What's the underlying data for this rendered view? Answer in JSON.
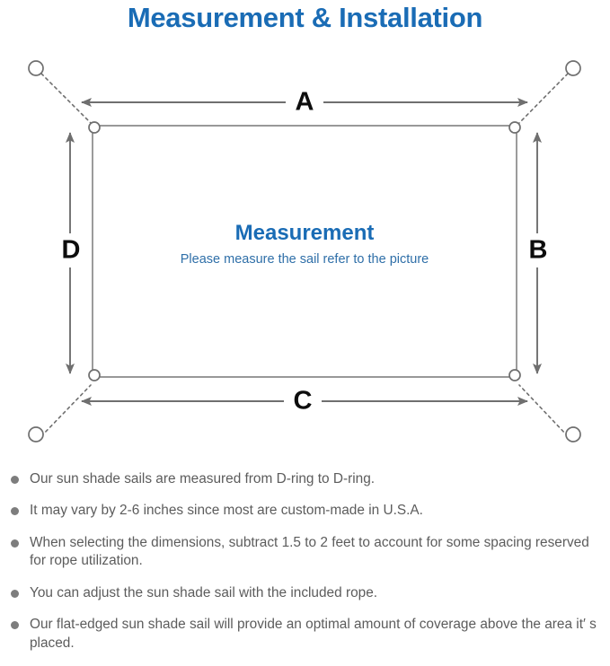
{
  "title": "Measurement & Installation",
  "colors": {
    "title_blue": "#1a6cb5",
    "center_title_blue": "#1a6cb5",
    "center_sub_blue": "#2f6fa8",
    "line_gray": "#7a7a7a",
    "sail_stroke": "#8a8a8a",
    "bullet_gray": "#7d7d7d",
    "note_text_gray": "#5c5c5c",
    "label_black": "#0d0d0d",
    "background": "#ffffff"
  },
  "diagram": {
    "center_title": "Measurement",
    "center_subtitle": "Please measure the sail refer to the picture",
    "dimension_labels": {
      "top": "A",
      "right": "B",
      "bottom": "C",
      "left": "D"
    },
    "anchor_count": 4,
    "d_ring_count": 4
  },
  "notes": [
    "Our sun shade sails are measured from D-ring to D-ring.",
    "It may vary by 2-6 inches since most are custom-made in U.S.A.",
    "When selecting the dimensions, subtract 1.5 to 2 feet to account for some spacing reserved for rope utilization.",
    "You can adjust the sun shade sail with the included rope.",
    "Our flat-edged sun shade sail will provide an optimal amount of coverage above the area it′ s placed."
  ]
}
